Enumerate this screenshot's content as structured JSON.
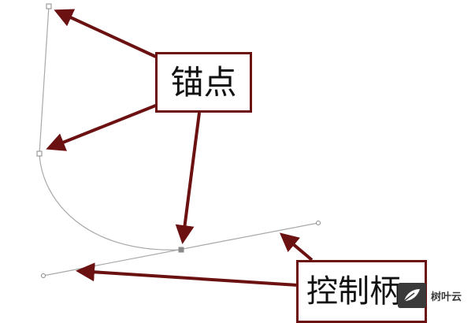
{
  "labels": {
    "anchor_point": "锚点",
    "control_handle": "控制柄"
  },
  "watermark": {
    "text": "树叶云",
    "icon": "leaf-logo-icon"
  },
  "colors": {
    "arrow": "#6b1111",
    "callout_border": "#6b1111",
    "curve": "#a8a8a8",
    "anchor": "#8a8a8a",
    "text": "#111111",
    "background": "#ffffff"
  }
}
